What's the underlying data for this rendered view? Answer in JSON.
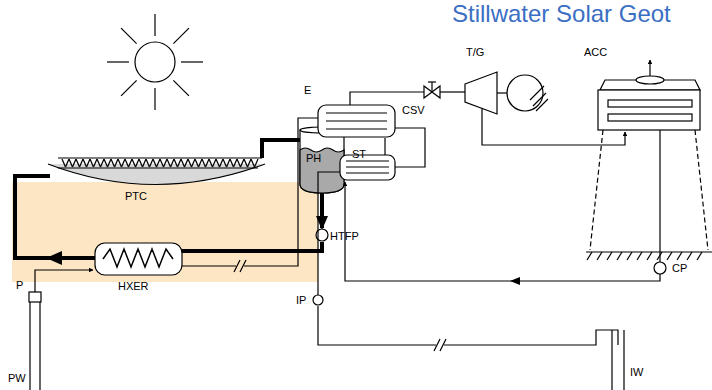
{
  "diagram": {
    "title": "Stillwater Solar Geot",
    "labels": [
      "PTC",
      "ST",
      "HTFP",
      "HXER",
      "P",
      "PW",
      "E",
      "PH",
      "CSV",
      "T/G",
      "ACC",
      "CP",
      "IP",
      "IW"
    ]
  }
}
